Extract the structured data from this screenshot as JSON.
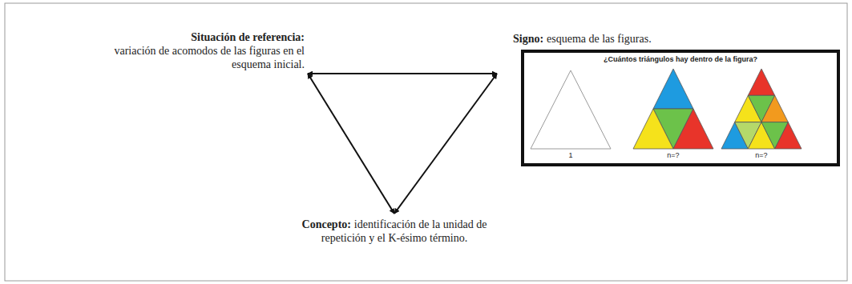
{
  "diagram": {
    "nodes": [
      {
        "text": [
          "Situación de referencia:",
          "variación de acomodos de las figuras en el esquema inicial."
        ]
      },
      {
        "text": [
          "Signo:",
          "esquema de las figuras."
        ]
      },
      {
        "text": [
          "Concepto:",
          "identificación de la unidad de repetición y el K-ésimo término."
        ]
      }
    ],
    "edges": [
      {
        "from": 0,
        "to": 1,
        "arrow": "both"
      },
      {
        "from": 0,
        "to": 2,
        "arrow": "both"
      },
      {
        "from": 1,
        "to": 2,
        "arrow": "both"
      }
    ],
    "labels": [
      "¿Cuántos triángulos hay dentro de la figura?",
      "1",
      "n=?",
      "n=?"
    ]
  }
}
